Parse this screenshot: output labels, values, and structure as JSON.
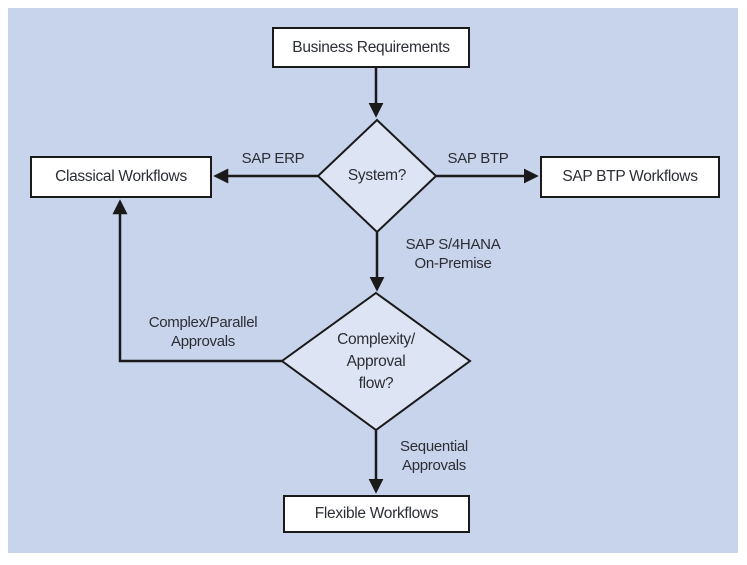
{
  "figure": {
    "type": "flowchart",
    "description": "Decision flowchart for selecting a workflow technology based on system and approval flow complexity"
  },
  "colors": {
    "background": "#c8d3ec",
    "decision_fill": "#dde4f4",
    "node_fill": "#ffffff",
    "line": "#1a1a1a",
    "text": "#2b2e34"
  },
  "nodes": {
    "business_requirements": {
      "label": "Business Requirements",
      "shape": "rectangle"
    },
    "system_decision": {
      "label": "System?",
      "shape": "diamond"
    },
    "classical_workflows": {
      "label": "Classical Workflows",
      "shape": "rectangle"
    },
    "sap_btp_workflows": {
      "label": "SAP BTP Workflows",
      "shape": "rectangle"
    },
    "complexity_decision": {
      "label": "Complexity/\nApproval\nflow?",
      "shape": "diamond"
    },
    "flexible_workflows": {
      "label": "Flexible Workflows",
      "shape": "rectangle"
    }
  },
  "edges": [
    {
      "from": "business_requirements",
      "to": "system_decision",
      "label": ""
    },
    {
      "from": "system_decision",
      "to": "classical_workflows",
      "label": "SAP ERP"
    },
    {
      "from": "system_decision",
      "to": "sap_btp_workflows",
      "label": "SAP BTP"
    },
    {
      "from": "system_decision",
      "to": "complexity_decision",
      "label": "SAP S/4HANA\nOn-Premise"
    },
    {
      "from": "complexity_decision",
      "to": "classical_workflows",
      "label": "Complex/Parallel\nApprovals"
    },
    {
      "from": "complexity_decision",
      "to": "flexible_workflows",
      "label": "Sequential\nApprovals"
    }
  ]
}
